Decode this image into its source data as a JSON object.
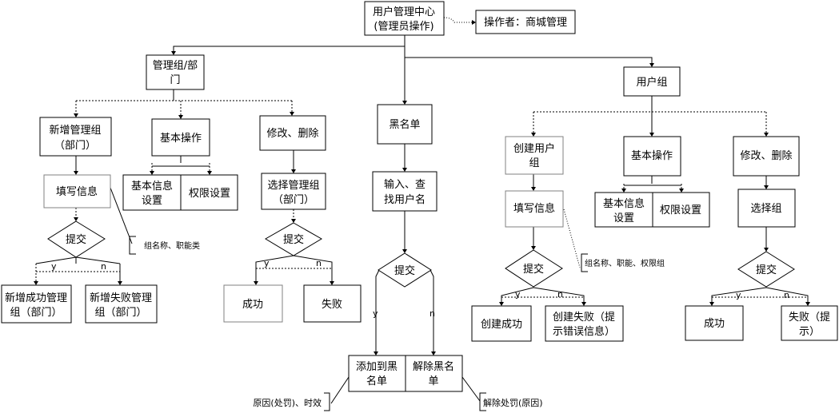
{
  "nodes": {
    "root_l1": "用户管理中心",
    "root_l2": "(管理员操作)",
    "operator": "操作者：商城管理",
    "mg_l1": "管理组/部",
    "mg_l2": "门",
    "add_mg_l1": "新增管理组",
    "add_mg_l2": "（部门）",
    "fill_info_1": "填写信息",
    "basic_op_1": "基本操作",
    "basic_info_1_l1": "基本信息",
    "basic_info_1_l2": "设置",
    "perm_1": "权限设置",
    "edit_del_1": "修改、删除",
    "sel_mg_l1": "选择管理组",
    "sel_mg_l2": "（部门）",
    "submit": "提交",
    "add_ok_l1": "新增成功管理",
    "add_ok_l2": "组（部门）",
    "add_fail_l1": "新增失败管理",
    "add_fail_l2": "组（部门）",
    "success": "成功",
    "fail": "失败",
    "blacklist": "黑名单",
    "input_find_l1": "输入、查",
    "input_find_l2": "找用户名",
    "add_black_l1": "添加到黑",
    "add_black_l2": "名单",
    "remove_black_l1": "解除黑名",
    "remove_black_l2": "单",
    "user_group": "用户组",
    "create_ug_l1": "创建用户",
    "create_ug_l2": "组",
    "fill_info_2": "填写信息",
    "create_ok": "创建成功",
    "create_fail_l1": "创建失败（提",
    "create_fail_l2": "示错误信息）",
    "basic_op_2": "基本操作",
    "basic_info_2_l1": "基本信息",
    "basic_info_2_l2": "设置",
    "perm_2": "权限设置",
    "edit_del_2": "修改、删除",
    "sel_group": "选择组",
    "fail_hint_l1": "失败（提",
    "fail_hint_l2": "示）"
  },
  "branches": {
    "yes": "y",
    "no": "n"
  },
  "notes": {
    "mg_fields": "组名称、职能类",
    "ug_fields": "组名称、职能、权限组",
    "black_reason": "原因(处罚)、时效",
    "unblock_reason": "解除处罚(原因)"
  }
}
